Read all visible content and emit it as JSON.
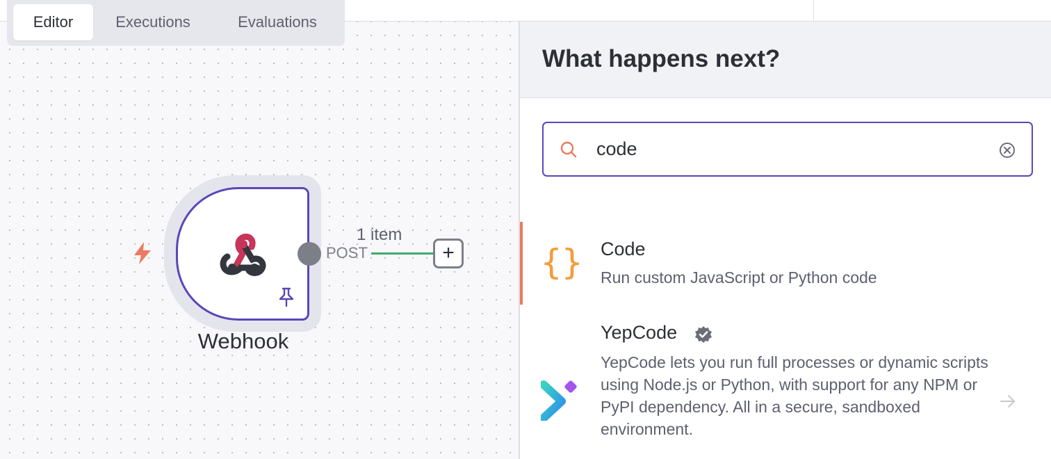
{
  "tabs": [
    {
      "label": "Editor",
      "active": true
    },
    {
      "label": "Executions",
      "active": false
    },
    {
      "label": "Evaluations",
      "active": false
    }
  ],
  "node": {
    "label": "Webhook",
    "icon": "webhook-icon",
    "output_label": "POST",
    "item_count": "1 item"
  },
  "panel": {
    "title": "What happens next?",
    "search": {
      "value": "code",
      "icon": "search-icon"
    },
    "results": [
      {
        "title": "Code",
        "description": "Run custom JavaScript or Python code",
        "icon": "code-braces-icon"
      },
      {
        "title": "YepCode",
        "description": "YepCode lets you run full processes or dynamic scripts using Node.js or Python, with support for any NPM or PyPI dependency. All in a secure, sandboxed environment.",
        "icon": "yepcode-logo",
        "verified": true
      }
    ]
  },
  "colors": {
    "accent": "#5b46b9",
    "edge": "#3fa968",
    "selected_marker": "#ea7a5e",
    "code_icon": "#f39c3a"
  }
}
